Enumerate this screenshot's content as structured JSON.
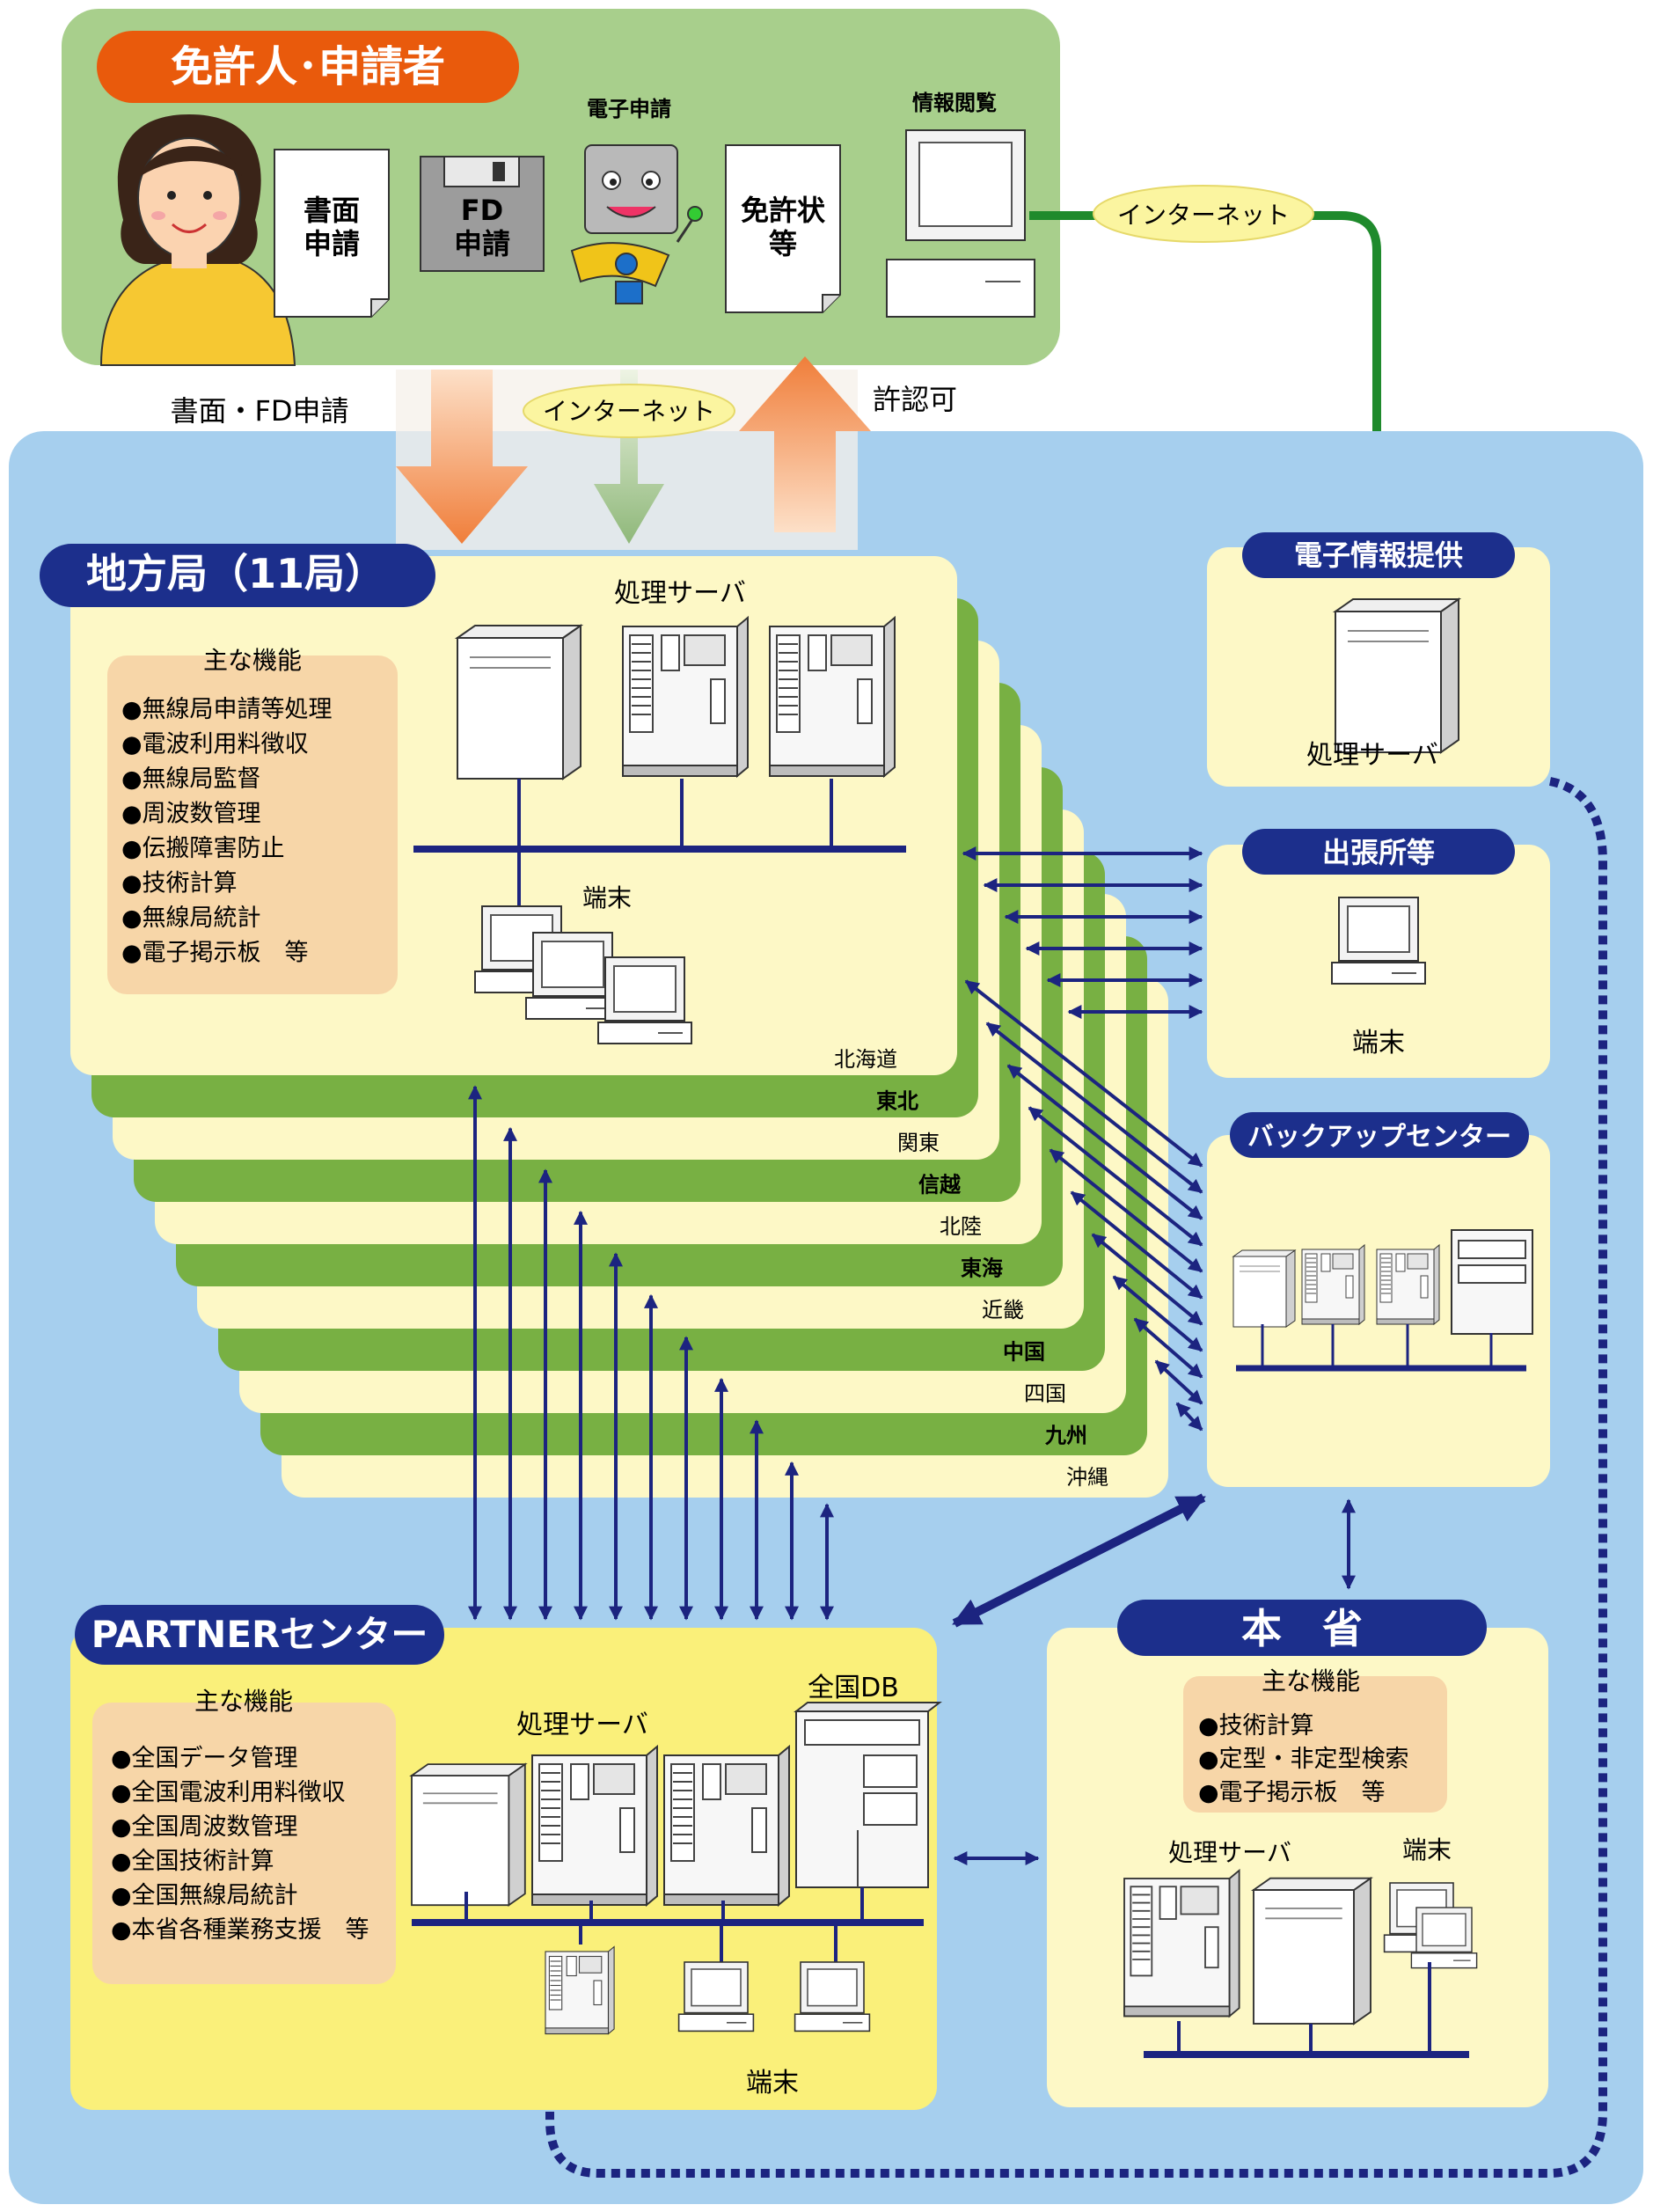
{
  "applicant": {
    "title": "免許人･申請者",
    "paper_application": [
      "書面",
      "申請"
    ],
    "fd_application": [
      "FD",
      "申請"
    ],
    "electronic_application": "電子申請",
    "license": [
      "免許状",
      "等"
    ],
    "info_view": "情報閲覧",
    "internet": "インターネット"
  },
  "flow": {
    "paper_fd": "書面・FD申請",
    "internet": "インターネット",
    "approval": "許認可"
  },
  "regional": {
    "title": "地方局（11局）",
    "server_label": "処理サーバ",
    "functions_title": "主な機能",
    "functions": [
      "●無線局申請等処理",
      "●電波利用料徴収",
      "●無線局監督",
      "●周波数管理",
      "●伝搬障害防止",
      "●技術計算",
      "●無線局統計",
      "●電子掲示板　等"
    ],
    "terminal_label": "端末",
    "bureaus": [
      "北海道",
      "東北",
      "関東",
      "信越",
      "北陸",
      "東海",
      "近畿",
      "中国",
      "四国",
      "九州",
      "沖縄"
    ]
  },
  "einfo": {
    "title": "電子情報提供",
    "server_label": "処理サーバ"
  },
  "branch": {
    "title": "出張所等",
    "terminal_label": "端末"
  },
  "backup": {
    "title": "バックアップセンター"
  },
  "partner": {
    "title": "PARTNERセンター",
    "functions_title": "主な機能",
    "functions": [
      "●全国データ管理",
      "●全国電波利用料徴収",
      "●全国周波数管理",
      "●全国技術計算",
      "●全国無線局統計",
      "●本省各種業務支援　等"
    ],
    "server_label": "処理サーバ",
    "db_label": "全国DB",
    "terminal_label": "端末"
  },
  "ministry": {
    "title": "本　省",
    "functions_title": "主な機能",
    "functions": [
      "●技術計算",
      "●定型・非定型検索",
      "●電子掲示板　等"
    ],
    "server_label": "処理サーバ",
    "terminal_label": "端末"
  },
  "colors": {
    "applicant_bg": "#a8cf8c",
    "main_bg": "#a6cfee",
    "panel_cream": "#fdf8c6",
    "panel_yellow": "#faf07a",
    "stack_green": "#78b043",
    "header_navy": "#1c2f8c",
    "header_orange": "#e95a0c",
    "function_box": "#f7d6a8",
    "arrow_navy": "#1c2480",
    "internet_green": "#1f8a2c",
    "flow_orange": "#f2884a",
    "cloud_yellow": "#fbf5a0"
  }
}
